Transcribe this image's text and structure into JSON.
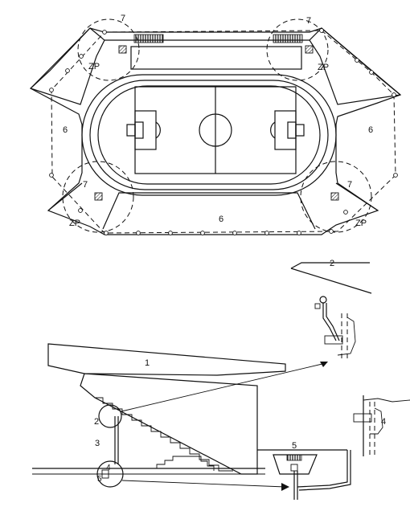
{
  "plan": {
    "label_7": "7",
    "label_6": "6",
    "label_zp": "ZP"
  },
  "section": {
    "label_1": "1",
    "label_2": "2",
    "label_3": "3",
    "label_4": "4",
    "label_5": "5",
    "label_5b": "5"
  }
}
